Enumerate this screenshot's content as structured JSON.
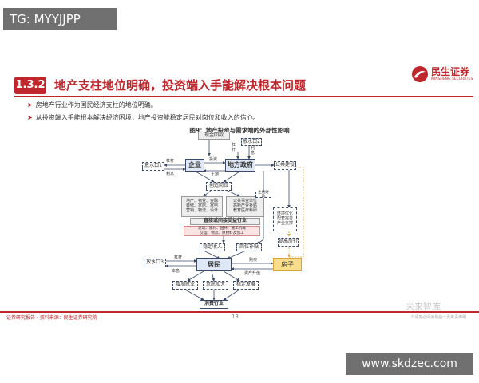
{
  "overlay_top": "TG: MYYJJPP",
  "overlay_bottom": "www.skdzec.com",
  "logo": {
    "name_cn": "民生证券",
    "name_en": "MINSHENG SECURITIES"
  },
  "section_number": "1.3.2",
  "title": "地产支柱地位明确，投资端入手能解决根本问题",
  "bullets": [
    "房地产行业作为国民经济支柱的地位明确。",
    "从投资端入手能根本解决经济困境，地产投资能稳定居民对岗位和收入的信心。"
  ],
  "figure_caption": "图9：地产投资与需求端的外部性影响",
  "diagram": {
    "nodes": {
      "fund_return": "现金回款",
      "leak1": "放水口1",
      "enterprise": "企业",
      "local_gov": "地方政府",
      "leak2": "放水口2",
      "public_build": "公共建设",
      "create_jobs": "创造岗位",
      "industries_left": "地产、物业、金融\n装修、家居、家电\n营销、物流、设计",
      "industries_right": "公共事业单位\n高新产业补贴\n教育医疗科研",
      "direct_industry": "直接或间接受益行业",
      "industry_list": "建筑、建材、园林、施工机械\n交运、物流、原材料及加工",
      "stable_income": "稳定收入",
      "job_subsidy": "岗位补贴",
      "env_opt": "环境优化\n配套完善\n产业支撑",
      "raise_price": "提高房价",
      "leak3": "放水口3",
      "residents": "居民",
      "house": "房子",
      "add_jobs": "增加就业",
      "willing_spend": "意愿加大",
      "stable_growth": "稳定发展",
      "consumer_industry": "消费行业"
    },
    "labels": {
      "leverage1": "杠杆",
      "interest1": "利息",
      "invest": "投资",
      "land": "土地",
      "leverage_v": "杠\n杆",
      "interest_v": "利\n息",
      "land_finance": "土地财政",
      "leverage3": "杠杆",
      "principal3": "本息",
      "purchase": "购买",
      "asset_up": "资产升值"
    }
  },
  "footer": {
    "source": "证券研究报告 · 资料来源：民生证券研究院",
    "page": "13"
  },
  "watermark": {
    "main": "未来智库",
    "sub": "* 请务必阅读最后一页免责声明"
  },
  "colors": {
    "accent": "#c0272d",
    "navy": "#3a4a6b",
    "house": "#f9dc8c"
  }
}
